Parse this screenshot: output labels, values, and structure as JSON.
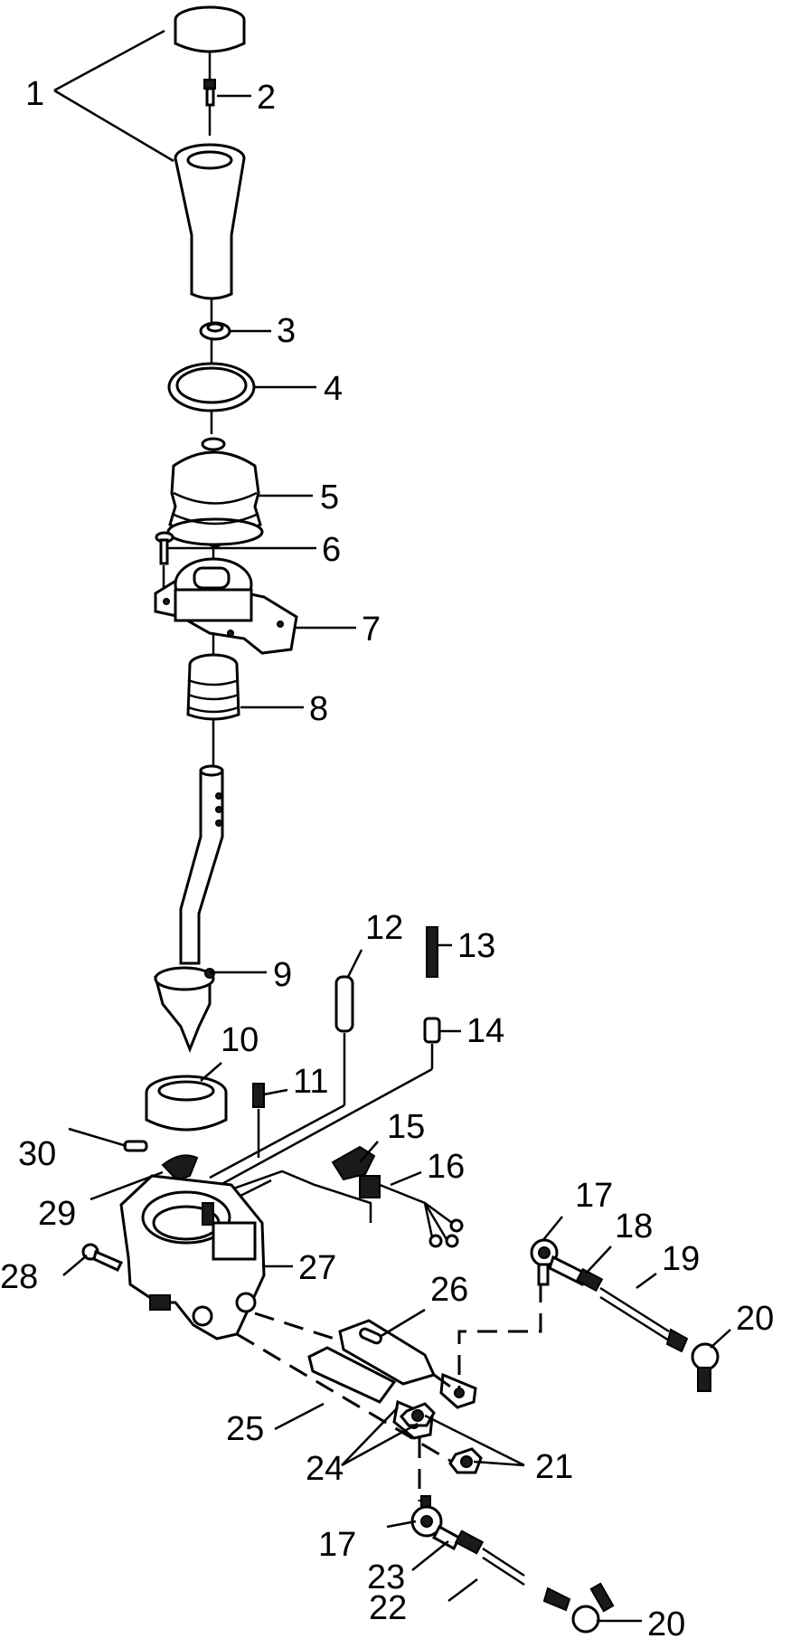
{
  "callouts": [
    {
      "id": "1",
      "label": "1"
    },
    {
      "id": "2",
      "label": "2"
    },
    {
      "id": "3",
      "label": "3"
    },
    {
      "id": "4",
      "label": "4"
    },
    {
      "id": "5",
      "label": "5"
    },
    {
      "id": "6",
      "label": "6"
    },
    {
      "id": "7",
      "label": "7"
    },
    {
      "id": "8",
      "label": "8"
    },
    {
      "id": "9",
      "label": "9"
    },
    {
      "id": "10",
      "label": "10"
    },
    {
      "id": "11",
      "label": "11"
    },
    {
      "id": "12",
      "label": "12"
    },
    {
      "id": "13",
      "label": "13"
    },
    {
      "id": "14",
      "label": "14"
    },
    {
      "id": "15",
      "label": "15"
    },
    {
      "id": "16",
      "label": "16"
    },
    {
      "id": "17a",
      "label": "17"
    },
    {
      "id": "18",
      "label": "18"
    },
    {
      "id": "19",
      "label": "19"
    },
    {
      "id": "20a",
      "label": "20"
    },
    {
      "id": "21",
      "label": "21"
    },
    {
      "id": "22",
      "label": "22"
    },
    {
      "id": "23",
      "label": "23"
    },
    {
      "id": "24",
      "label": "24"
    },
    {
      "id": "25",
      "label": "25"
    },
    {
      "id": "26",
      "label": "26"
    },
    {
      "id": "27",
      "label": "27"
    },
    {
      "id": "28",
      "label": "28"
    },
    {
      "id": "29",
      "label": "29"
    },
    {
      "id": "30",
      "label": "30"
    },
    {
      "id": "17b",
      "label": "17"
    },
    {
      "id": "20b",
      "label": "20"
    }
  ]
}
